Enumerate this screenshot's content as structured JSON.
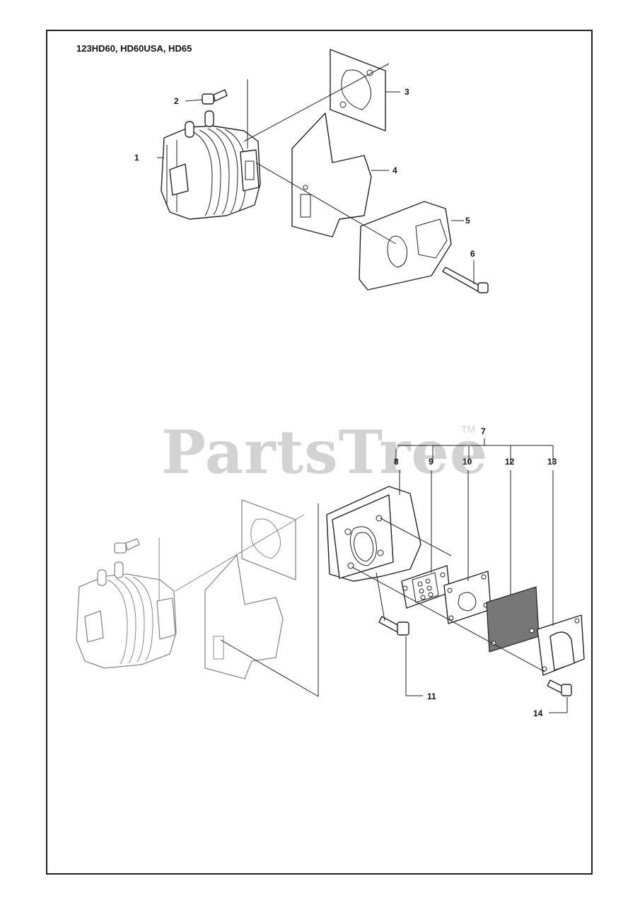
{
  "title": "123HD60, HD60USA, HD65",
  "watermark": {
    "text": "PartsTree",
    "tm": "TM"
  },
  "callouts": {
    "c1": "1",
    "c2": "2",
    "c3": "3",
    "c4": "4",
    "c5": "5",
    "c6": "6",
    "c7": "7",
    "c8": "8",
    "c9": "9",
    "c10": "10",
    "c11": "11",
    "c12": "12",
    "c13": "13",
    "c14": "14"
  }
}
